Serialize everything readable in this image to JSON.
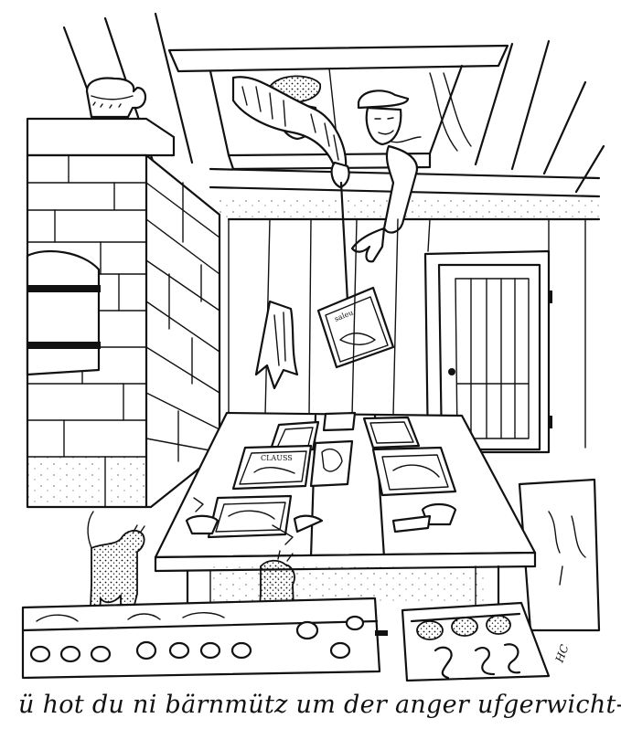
{
  "illustration": {
    "caption": "ü hot du ni bärnmütz um der anger ufgerwicht-",
    "signature": "HC",
    "sign_on_stick": "saleu",
    "cake_label": "CLAUSS",
    "palette": {
      "ink": "#111111",
      "paper": "#ffffff"
    }
  }
}
